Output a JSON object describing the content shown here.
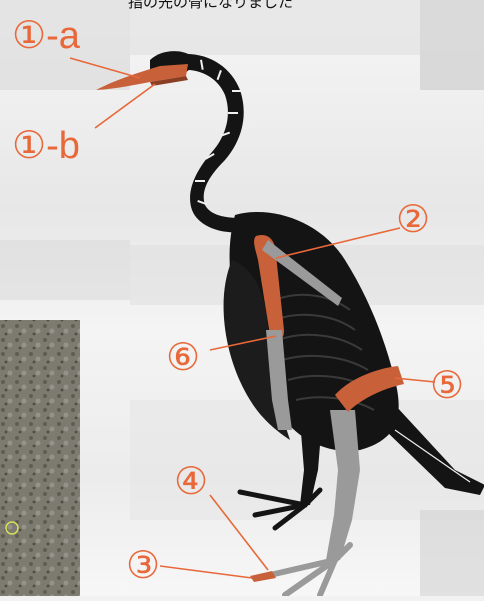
{
  "caption": "指の先の骨になりました",
  "labels": {
    "l1a": "①-a",
    "l1b": "①-b",
    "l2": "②",
    "l3": "③",
    "l4": "④",
    "l5": "⑤",
    "l6": "⑥"
  },
  "colors": {
    "highlight": "#c8613a",
    "callout": "#e8683a",
    "skeleton": "#141414",
    "missing_bone": "#9a9a9a"
  }
}
